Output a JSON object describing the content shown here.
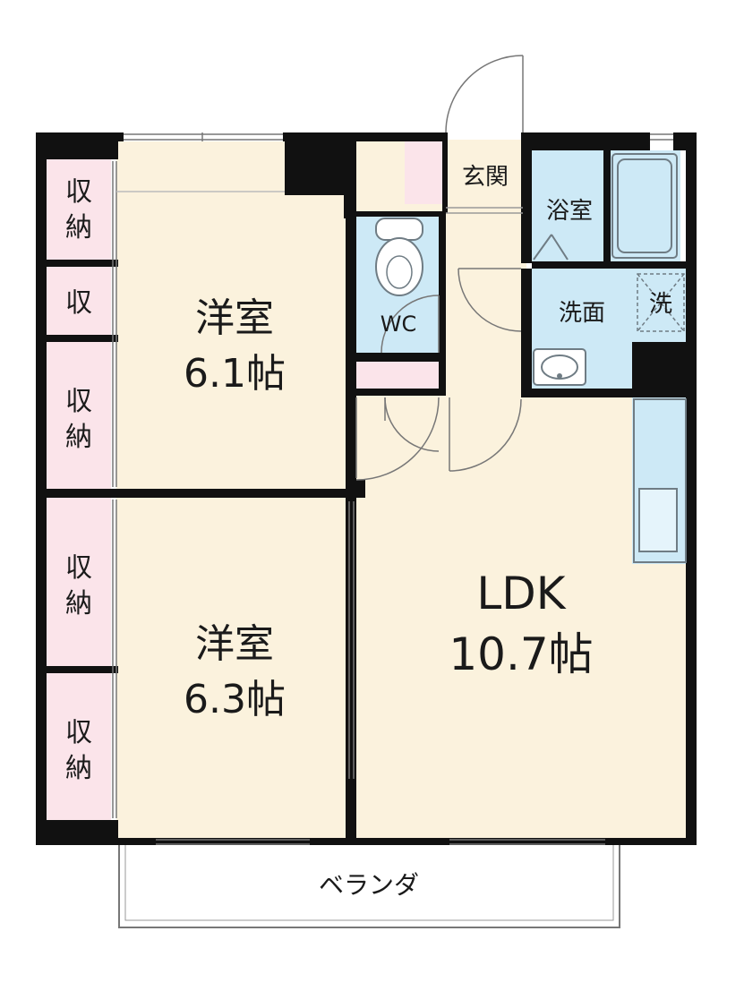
{
  "colors": {
    "wall": "#111111",
    "room_floor": "#fbf2dd",
    "storage": "#fbe4ea",
    "wet_area": "#cde9f6",
    "fixture_stroke": "#6f7c84",
    "balcony_line": "#777777"
  },
  "rooms": {
    "western_room_north": {
      "name": "洋室",
      "size": "6.1帖"
    },
    "western_room_south": {
      "name": "洋室",
      "size": "6.3帖"
    },
    "ldk": {
      "name": "LDK",
      "size": "10.7帖"
    },
    "entrance": {
      "name": "玄関"
    },
    "bathroom": {
      "name": "浴室"
    },
    "washroom": {
      "name": "洗面"
    },
    "washer_space": {
      "name": "洗"
    },
    "toilet": {
      "name": "WC"
    },
    "balcony": {
      "name": "ベランダ"
    }
  },
  "storage": {
    "closet_1": [
      "収",
      "納"
    ],
    "closet_2": "収",
    "closet_3": [
      "収",
      "納"
    ],
    "closet_4": [
      "収",
      "納"
    ],
    "closet_5": [
      "収",
      "納"
    ]
  },
  "icons": [
    "door-swing-icon",
    "toilet-icon",
    "bathtub-icon",
    "sink-icon",
    "kitchen-counter-icon",
    "washer-icon"
  ]
}
